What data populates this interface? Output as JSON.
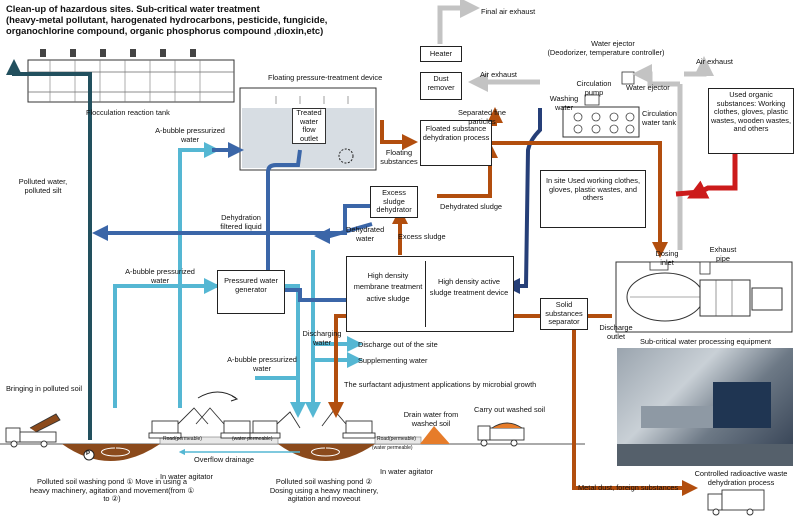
{
  "title": {
    "line1": "Clean-up of hazardous sites. Sub-critical water treatment",
    "line2": "(heavy-metal pollutant, harogenated hydrocarbons, pesticide, fungicide,",
    "line3": "organochlorine compound, organic phosphorus compound ,dioxin,etc)"
  },
  "labels": {
    "final_exhaust": "Final air exhaust",
    "heater": "Heater",
    "dust_remover": "Dust remover",
    "air_exhaust_1": "Air exhaust",
    "water_ejector_title": "Water ejector",
    "water_ejector_sub": "(Deodorizer, temperature controller)",
    "air_exhaust_2": "Air exhaust",
    "floating_device": "Floating pressure-treatment device",
    "flocculation": "Flocculation reaction tank",
    "treated_water": "Treated water flow outlet",
    "separated_fine": "Separated fine particles",
    "washing_water": "Washing water",
    "circulation_pump": "Circulation pump",
    "water_ejector_2": "Water ejector",
    "circulation_tank": "Circulation water tank",
    "used_organic": "Used organic substances: Working clothes, gloves, plastic wastes, wooden wastes, and others",
    "a_bubble_1": "A-bubble pressurized water",
    "floating_substances": "Floating substances",
    "floated_box": "Floated substance dehydration process",
    "polluted_water": "Polluted water, polluted silt",
    "in_site": "In site Used working clothes, gloves, plastic wastes, and others",
    "excess_box": "Excess sludge dehydrator",
    "dehydrated_sludge": "Dehydrated sludge",
    "dehydration_filtered": "Dehydration filtered liquid",
    "dehydrated_water": "Dehydrated water",
    "excess_sludge": "Excess sludge",
    "dosing_inlet": "Dosing inlet",
    "exhaust_pipe": "Exhaust pipe",
    "hd_membrane": "High density membrane treatment active sludge",
    "hd_active": "High density active sludge treatment device",
    "a_bubble_2": "A-bubble pressurized water",
    "pressured_gen": "Pressured water generator",
    "solid_sep": "Solid substances separator",
    "discharge_outlet": "Discharge outlet",
    "subcritical_equip": "Sub-critical water processing equipment",
    "discharging_water": "Discharging water",
    "discharge_out": "Discharge out of the site",
    "a_bubble_3": "A-bubble pressurized water",
    "supplementing": "Supplementing water",
    "surfactant": "The surfactant adjustment applications by microbial growth",
    "bringing_soil": "Bringing in polluted soil",
    "drain_water": "Drain water from washed soil",
    "carry_out": "Carry out washed soil",
    "road_1": "Road(permeable)",
    "road_1_sub": "(water permeable)",
    "road_2": "Road(permeable)",
    "road_2_sub": "(water permeable)",
    "overflow": "Overflow drainage",
    "pond1": "Polluted soil washing pond ① Move in using a heavy machinery, agitation and movement(from ① to ②)",
    "agitator_1": "In water agitator",
    "pond2": "Polluted soil washing pond ② Dosing using a heavy machinery, agitation and moveout",
    "agitator_2": "In water agitator",
    "radioactive": "Controlled radioactive waste dehydration process",
    "metal_dust": "Metal dust, foreign substances",
    "p_marker": "P"
  }
}
